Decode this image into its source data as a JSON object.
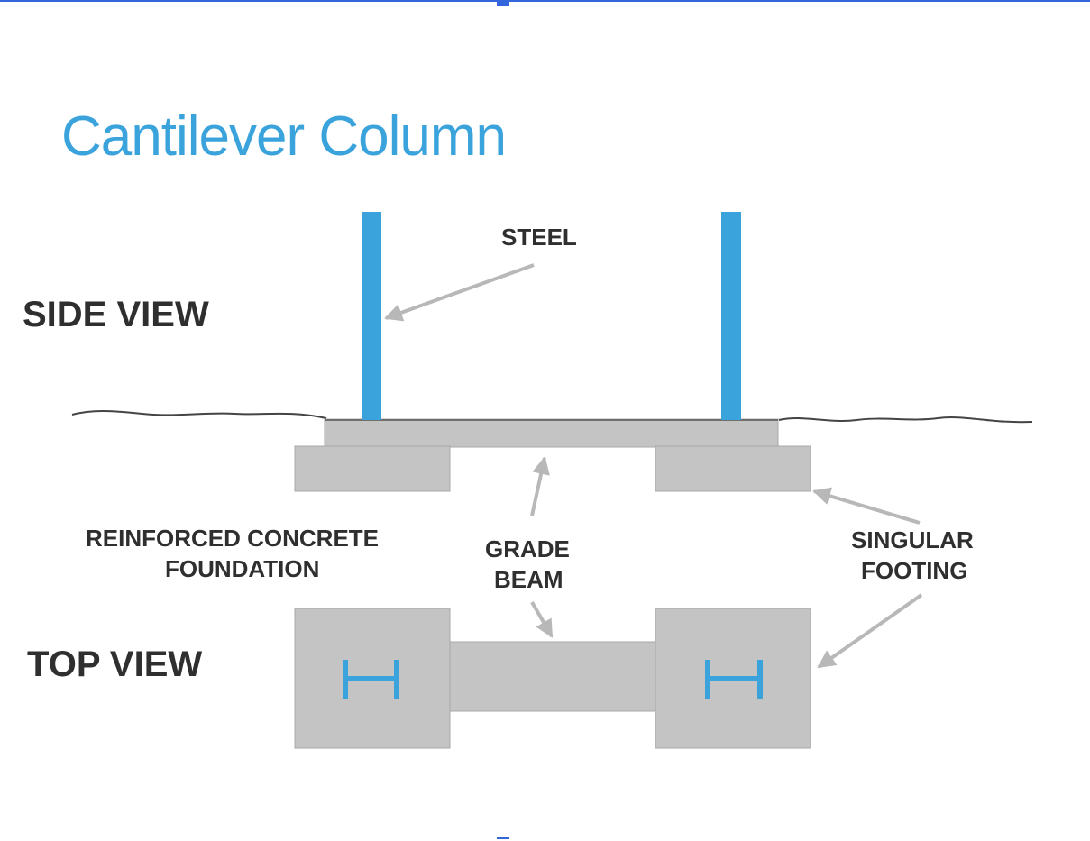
{
  "diagram": {
    "title": "Cantilever Column",
    "side_view_label": "SIDE VIEW",
    "top_view_label": "TOP VIEW",
    "labels": {
      "steel": "STEEL",
      "foundation_line1": "REINFORCED CONCRETE",
      "foundation_line2": "FOUNDATION",
      "grade_beam_line1": "GRADE",
      "grade_beam_line2": "BEAM",
      "footing_line1": "SINGULAR",
      "footing_line2": "FOOTING"
    },
    "column_symbol": "H"
  },
  "colors": {
    "accent_blue": "#3ba3dc",
    "concrete_gray": "#c4c4c4",
    "concrete_edge": "#a9a9a9",
    "label_dark": "#2f2f2f",
    "arrow_gray": "#b8b8b8",
    "frame_blue": "#3366dd"
  }
}
